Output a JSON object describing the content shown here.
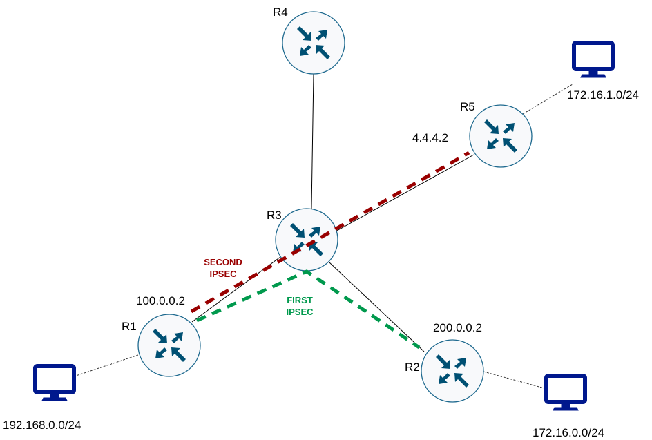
{
  "title": "IPsec network topology",
  "colors": {
    "router_fill": "#f8f9fb",
    "router_stroke": "#1f6a8f",
    "router_arrows": "#005073",
    "host_icon": "#00188d",
    "link_solid": "#000000",
    "link_dotted": "#333333",
    "second_ipsec": "#990000",
    "first_ipsec": "#00994d"
  },
  "routers": [
    {
      "id": "R1",
      "label": "R1",
      "interface_ip": "100.0.0.2"
    },
    {
      "id": "R2",
      "label": "R2",
      "interface_ip": "200.0.0.2"
    },
    {
      "id": "R3",
      "label": "R3",
      "interface_ip": ""
    },
    {
      "id": "R4",
      "label": "R4",
      "interface_ip": ""
    },
    {
      "id": "R5",
      "label": "R5",
      "interface_ip": "4.4.4.2"
    }
  ],
  "hosts": [
    {
      "id": "lan-r1",
      "network": "192.168.0.0/24",
      "attached_to": "R1"
    },
    {
      "id": "lan-r2",
      "network": "172.16.0.0/24",
      "attached_to": "R2"
    },
    {
      "id": "lan-r5",
      "network": "172.16.1.0/24",
      "attached_to": "R5"
    }
  ],
  "links": [
    {
      "from": "R4",
      "to": "R3",
      "style": "solid"
    },
    {
      "from": "R1",
      "to": "R3",
      "style": "solid"
    },
    {
      "from": "R3",
      "to": "R5",
      "style": "solid"
    },
    {
      "from": "R3",
      "to": "R2",
      "style": "solid"
    },
    {
      "from": "R1",
      "to": "lan-r1",
      "style": "dotted"
    },
    {
      "from": "R2",
      "to": "lan-r2",
      "style": "dotted"
    },
    {
      "from": "R5",
      "to": "lan-r5",
      "style": "dotted"
    }
  ],
  "tunnels": {
    "second": {
      "line1": "SECOND",
      "line2": "IPSEC",
      "from": "R1",
      "to": "R5"
    },
    "first": {
      "line1": "FIRST",
      "line2": "IPSEC",
      "from": "R1",
      "via": "R3",
      "to": "R2"
    }
  }
}
